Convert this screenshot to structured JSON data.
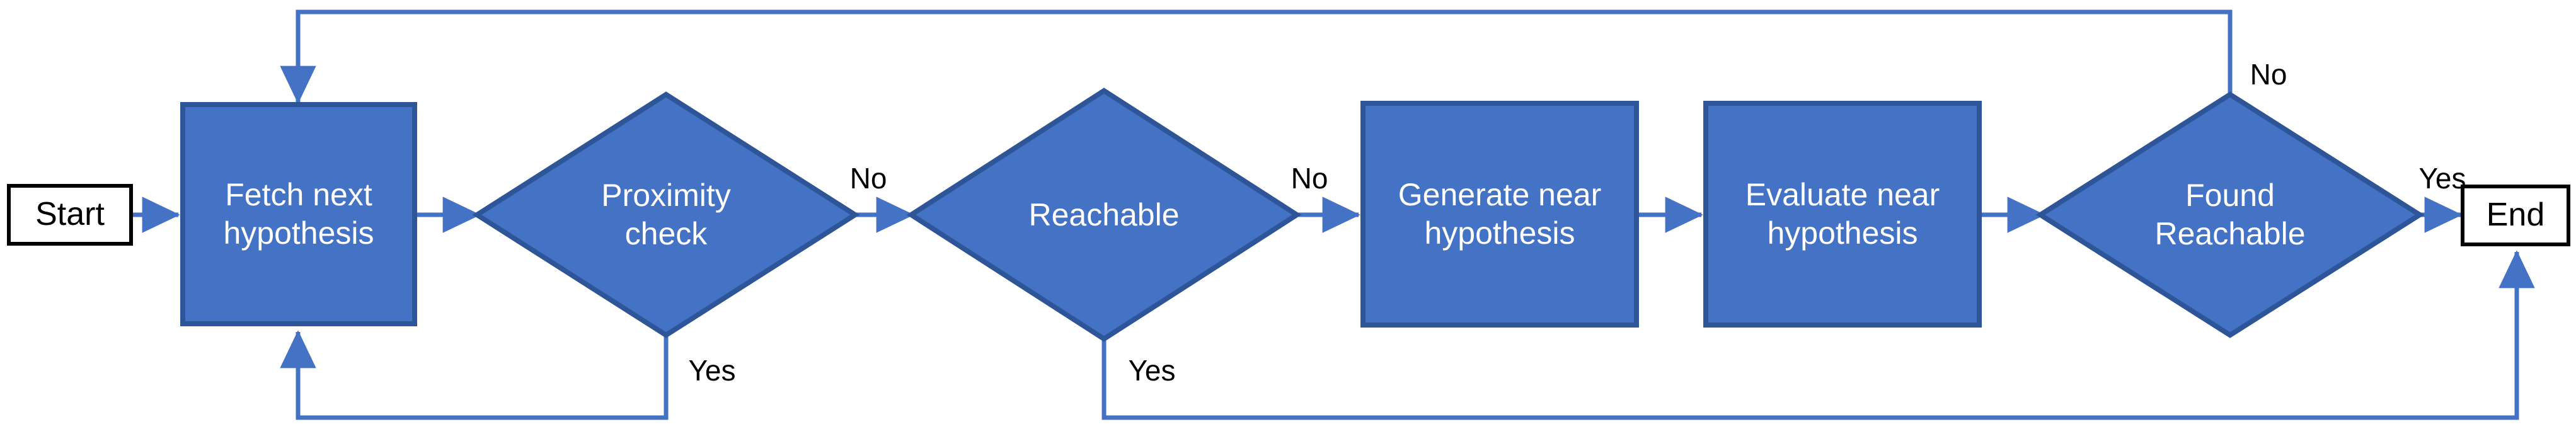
{
  "diagram": {
    "type": "flowchart",
    "orientation": "left-to-right",
    "background_color": "#ffffff",
    "palette": {
      "node_fill": "#4472C4",
      "node_stroke": "#2E5597",
      "connector": "#4472C4",
      "terminal_fill": "#ffffff",
      "terminal_stroke": "#000000",
      "node_text": "#ffffff",
      "terminal_text": "#000000",
      "edge_label_text": "#000000"
    },
    "nodes": [
      {
        "id": "start",
        "shape": "rectangle",
        "style": "terminal",
        "label": "Start"
      },
      {
        "id": "fetch",
        "shape": "rectangle",
        "style": "process",
        "label": "Fetch next\nhypothesis"
      },
      {
        "id": "prox",
        "shape": "diamond",
        "style": "decision",
        "label": "Proximity\ncheck"
      },
      {
        "id": "reach",
        "shape": "diamond",
        "style": "decision",
        "label": "Reachable"
      },
      {
        "id": "gen",
        "shape": "rectangle",
        "style": "process",
        "label": "Generate near\nhypothesis"
      },
      {
        "id": "eval",
        "shape": "rectangle",
        "style": "process",
        "label": "Evaluate near\nhypothesis"
      },
      {
        "id": "found",
        "shape": "diamond",
        "style": "decision",
        "label": "Found\nReachable"
      },
      {
        "id": "end",
        "shape": "rectangle",
        "style": "terminal",
        "label": "End"
      }
    ],
    "edges": [
      {
        "from": "start",
        "to": "fetch",
        "label": ""
      },
      {
        "from": "fetch",
        "to": "prox",
        "label": ""
      },
      {
        "from": "prox",
        "to": "reach",
        "label": "No"
      },
      {
        "from": "prox",
        "to": "fetch",
        "label": "Yes",
        "route": "bottom-loop"
      },
      {
        "from": "reach",
        "to": "gen",
        "label": "No"
      },
      {
        "from": "reach",
        "to": "end",
        "label": "Yes",
        "route": "bottom-loop"
      },
      {
        "from": "gen",
        "to": "eval",
        "label": ""
      },
      {
        "from": "eval",
        "to": "found",
        "label": ""
      },
      {
        "from": "found",
        "to": "end",
        "label": "Yes"
      },
      {
        "from": "found",
        "to": "fetch",
        "label": "No",
        "route": "top-loop"
      }
    ],
    "edge_labels": {
      "prox_no": "No",
      "prox_yes": "Yes",
      "reach_no": "No",
      "reach_yes": "Yes",
      "found_no": "No",
      "found_yes": "Yes"
    }
  }
}
